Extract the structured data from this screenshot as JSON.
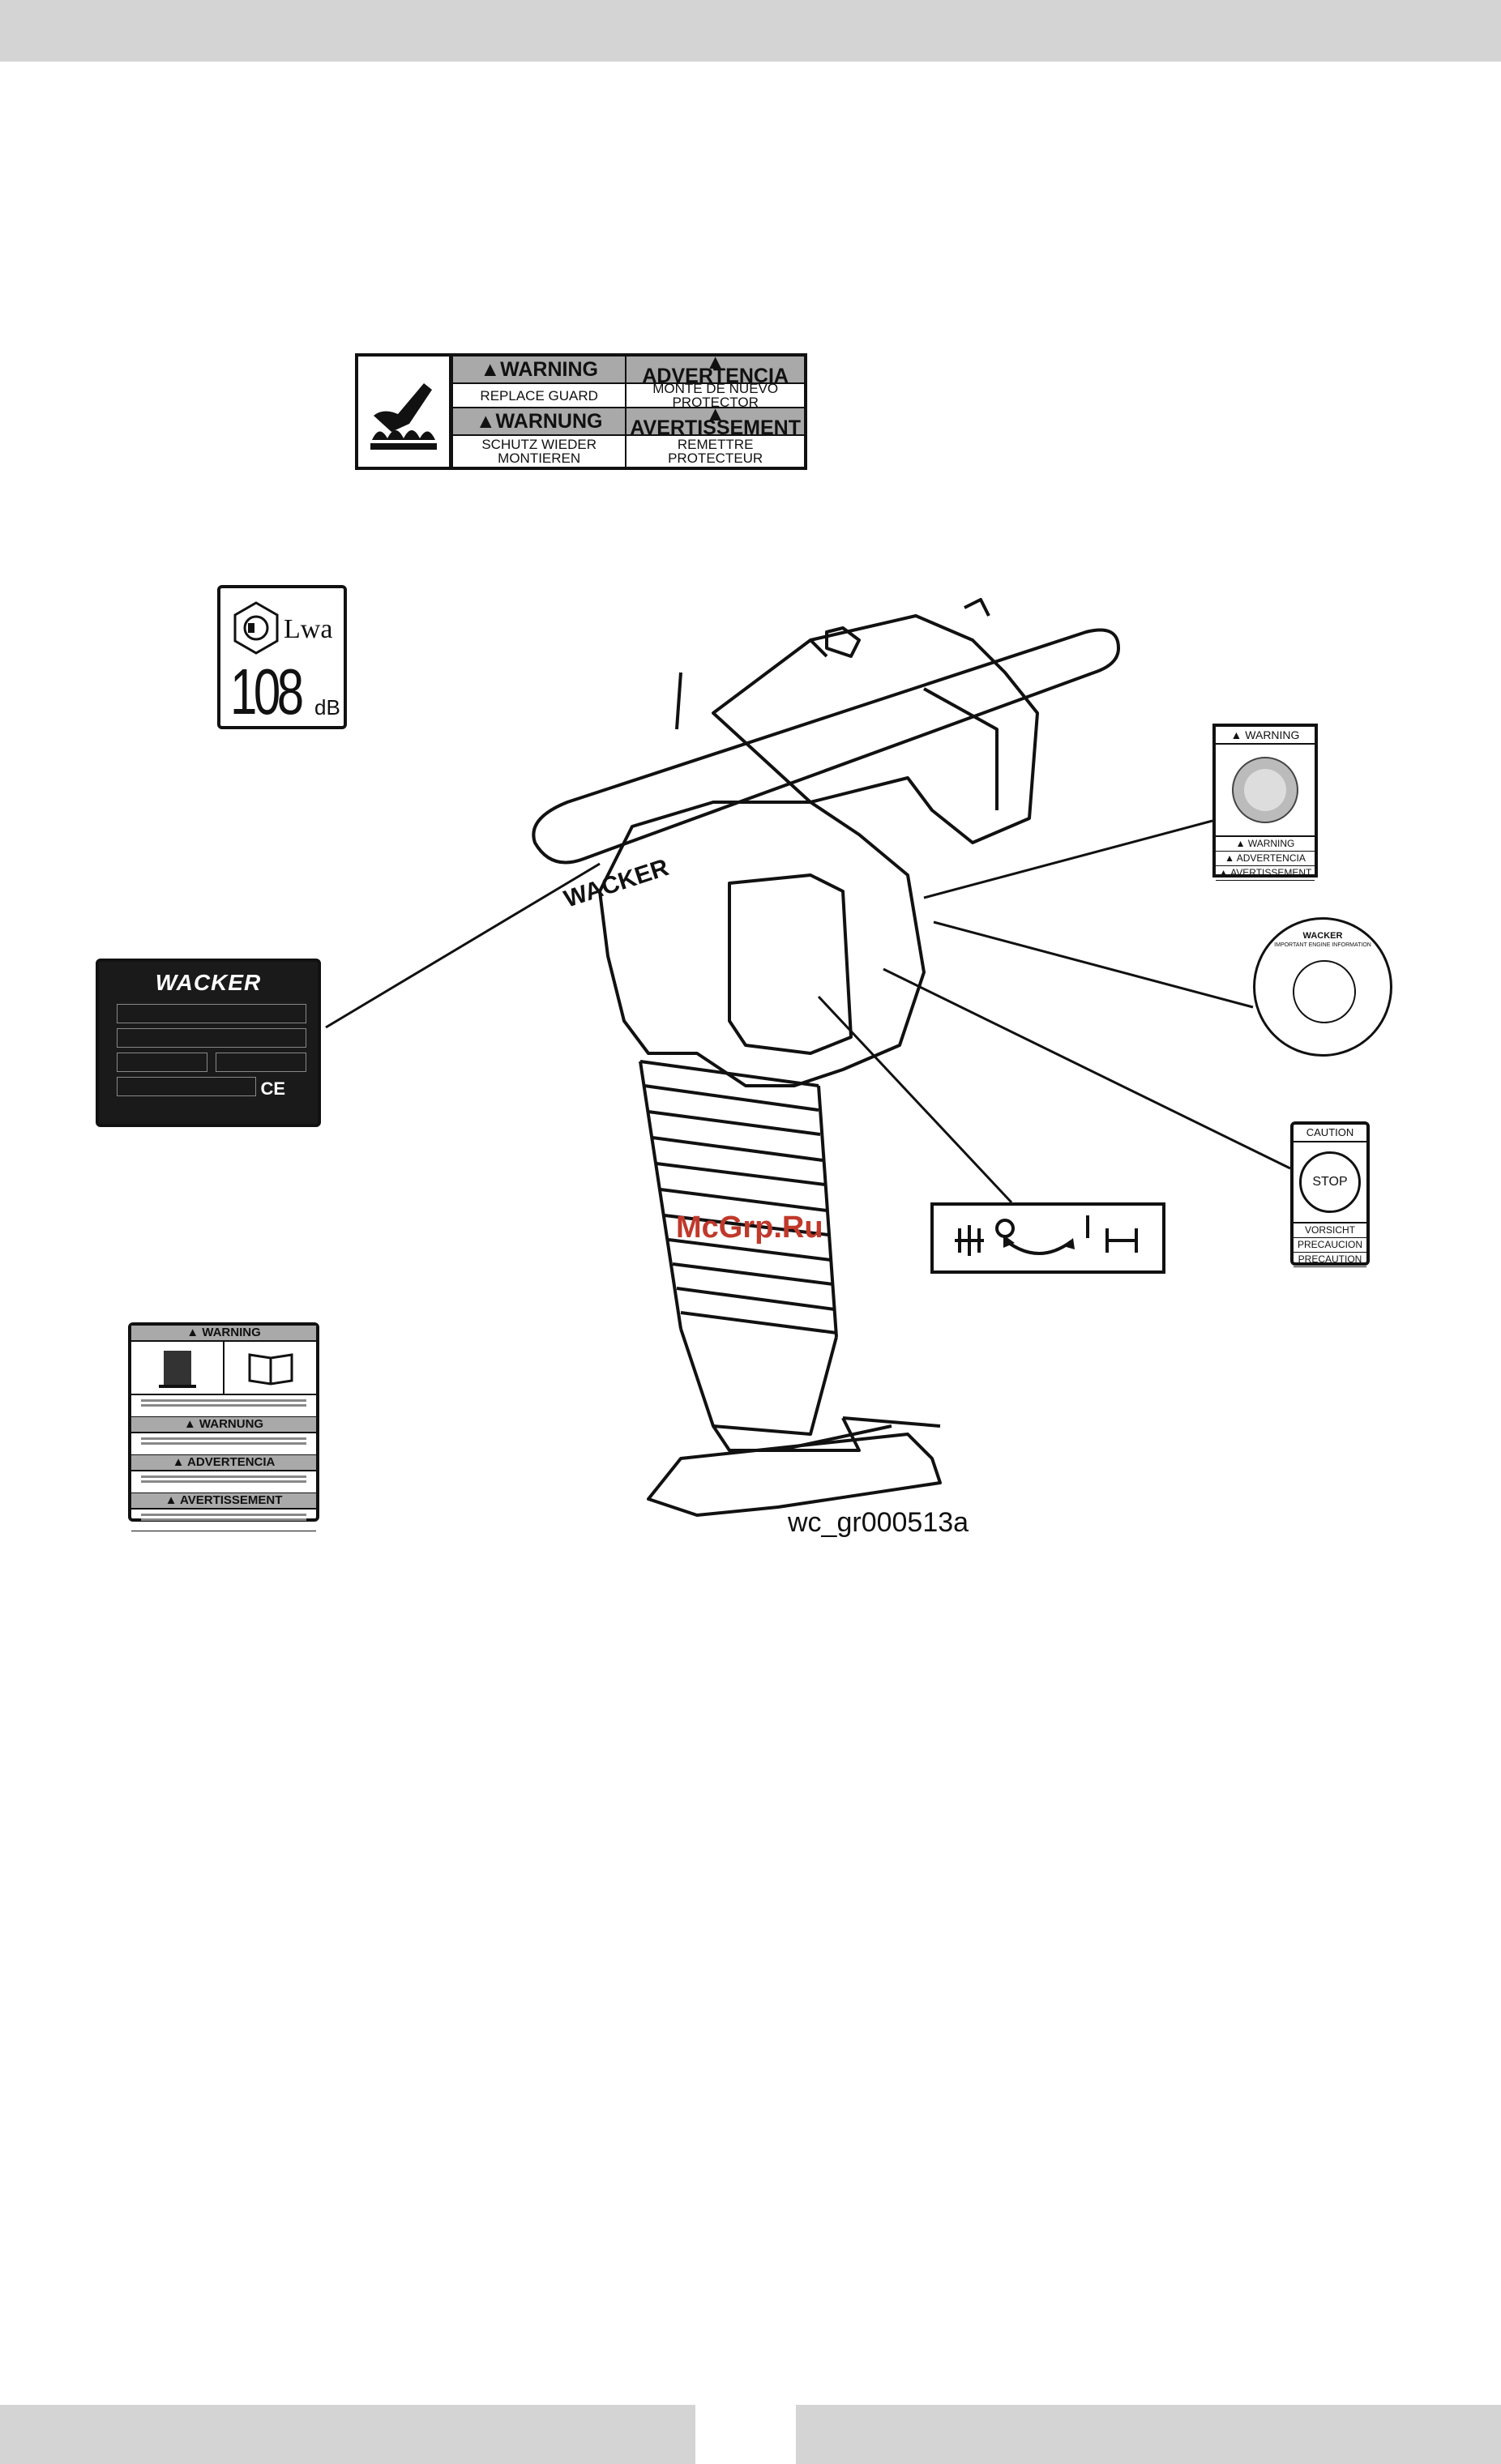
{
  "figure": {
    "id": "wc_gr000513a",
    "watermark": "McGrp.Ru"
  },
  "guard_decal": {
    "warning": "▲WARNING",
    "advertencia": "▲ ADVERTENCIA",
    "replace_guard": "REPLACE GUARD",
    "monte": "MONTE DE NUEVO PROTECTOR",
    "warnung": "▲WARNUNG",
    "avertissement": "▲ AVERTISSEMENT",
    "schutz": "SCHUTZ WIEDER MONTIEREN",
    "remettre": "REMETTRE PROTECTEUR"
  },
  "sound_decal": {
    "lwa": "Lwa",
    "value": "108",
    "unit": "dB"
  },
  "nameplate": {
    "brand": "WACKER",
    "mark": "CE"
  },
  "multi_warning": {
    "warning": "▲ WARNING",
    "warnung": "▲ WARNUNG",
    "advertencia": "▲ ADVERTENCIA",
    "avertissement": "▲ AVERTISSEMENT"
  },
  "warn_right": {
    "warning_top": "▲ WARNING",
    "warning": "▲ WARNING",
    "advertencia": "▲ ADVERTENCIA",
    "avertissement": "▲ AVERTISSEMENT"
  },
  "emission": {
    "brand": "WACKER",
    "title": "IMPORTANT ENGINE INFORMATION"
  },
  "caution_decal": {
    "caution": "CAUTION",
    "stop": "STOP",
    "vorsicht": "VORSICHT",
    "precaucion": "PRECAUCION",
    "precaution": "PRECAUTION"
  },
  "rammer": {
    "brand": "WACKER"
  }
}
